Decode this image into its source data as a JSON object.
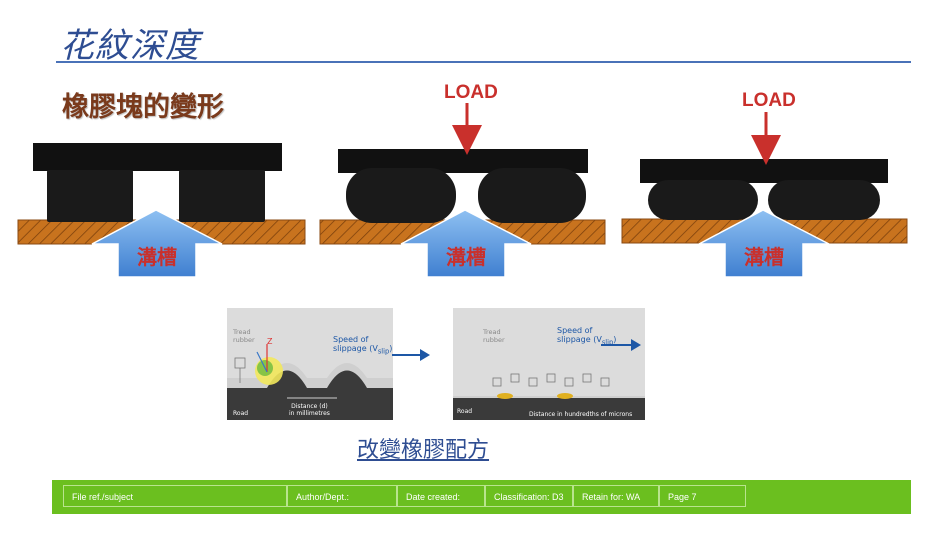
{
  "slide": {
    "title": "花紋深度",
    "subtitle": "橡膠塊的變形",
    "load_label": "LOAD",
    "groove_label": "溝槽",
    "bottom_link": "改變橡膠配方"
  },
  "panels": {
    "left": {
      "tread_label": "Tread\nrubber",
      "speed_label": "Speed of\nslippage (V",
      "speed_sub": "slip",
      "speed_close": ")",
      "road_label": "Road",
      "distance_label": "Distance (d)\nin millimetres",
      "axis_z": "Z"
    },
    "right": {
      "tread_label": "Tread\nrubber",
      "speed_label": "Speed of\nslippage (V",
      "speed_sub": "slip",
      "speed_close": ")",
      "road_label": "Road",
      "distance_label": "Distance in hundredths of microns"
    }
  },
  "footer": {
    "file_ref": "File ref./subject",
    "author": "Author/Dept.:",
    "date_created": "Date created:",
    "classification": "Classification: D3",
    "retain": "Retain for: WA",
    "page": "Page  7"
  },
  "colors": {
    "title": "#2e4d92",
    "subtitle": "#7a3a1c",
    "load": "#c9302c",
    "ground": "#c8731e",
    "arrow_blue": "#5b96de",
    "footer_green": "#6bbf1f"
  }
}
